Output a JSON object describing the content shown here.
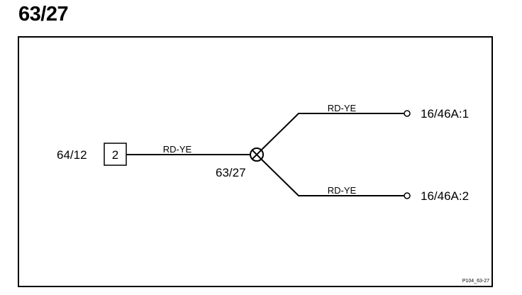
{
  "title": "63/27",
  "connector": {
    "name": "64/12",
    "pin": "2"
  },
  "splice": {
    "name": "63/27"
  },
  "wires": [
    {
      "color_code": "RD-YE"
    },
    {
      "color_code": "RD-YE"
    },
    {
      "color_code": "RD-YE"
    }
  ],
  "terminals": [
    {
      "label": "16/46A:1"
    },
    {
      "label": "16/46A:2"
    }
  ],
  "figure_ref": "P104_63-27"
}
